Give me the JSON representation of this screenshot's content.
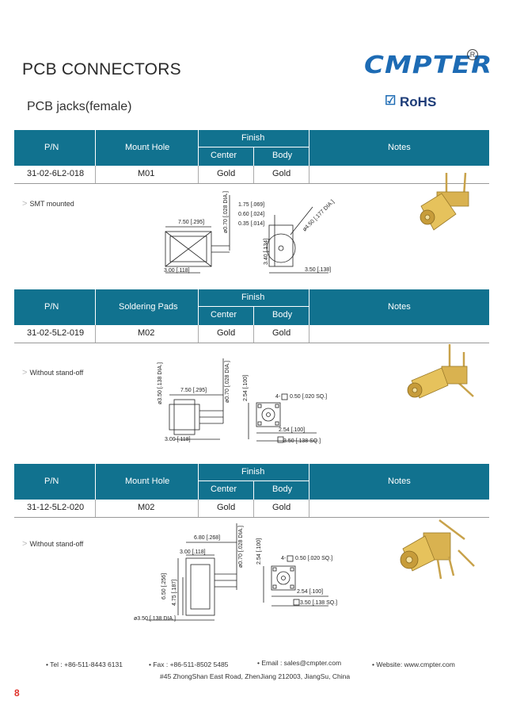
{
  "header": {
    "title": "PCB CONNECTORS",
    "subtitle": "PCB jacks(female)",
    "logo": "CMPTER",
    "reg_mark": "R",
    "rohs": "RoHS",
    "rohs_check": "☑"
  },
  "colors": {
    "table_header": "#11728f",
    "logo": "#1d6bb4",
    "page_number": "#e0342c"
  },
  "sections": [
    {
      "headers": {
        "pn": "P/N",
        "mount": "Mount Hole",
        "finish": "Finish",
        "center": "Center",
        "body": "Body",
        "notes": "Notes"
      },
      "row": {
        "pn": "31-02-6L2-018",
        "mount": "M01",
        "center": "Gold",
        "body": "Gold"
      },
      "note": "SMT mounted",
      "dims": [
        "7.50 [.295]",
        "ø0.70 [.028 DIA.]",
        "1.75 [.069]",
        "0.60 [.024]",
        "0.35 [.014]",
        "ø4.50 [.177 DIA.]",
        "3.40 [.134]",
        "3.00 [.118]",
        "3.50 [.138]"
      ]
    },
    {
      "headers": {
        "pn": "P/N",
        "mount": "Soldering Pads",
        "finish": "Finish",
        "center": "Center",
        "body": "Body",
        "notes": "Notes"
      },
      "row": {
        "pn": "31-02-5L2-019",
        "mount": "M02",
        "center": "Gold",
        "body": "Gold"
      },
      "note": "Without stand-off",
      "dims": [
        "ø3.50 [.138 DIA.]",
        "7.50 [.295]",
        "ø0.70 [.028 DIA.]",
        "2.54 [.100]",
        "4-",
        "0.50 [.020 SQ.]",
        "2.54 [.100]",
        "3.00 [.118]",
        "3.50 [.138 SQ.]"
      ]
    },
    {
      "headers": {
        "pn": "P/N",
        "mount": "Mount Hole",
        "finish": "Finish",
        "center": "Center",
        "body": "Body",
        "notes": "Notes"
      },
      "row": {
        "pn": "31-12-5L2-020",
        "mount": "M02",
        "center": "Gold",
        "body": "Gold"
      },
      "note": "Without stand-off",
      "dims": [
        "6.80 [.268]",
        "ø0.70 [.028 DIA.]",
        "3.00 [.118]",
        "2.54 [.100]",
        "4-",
        "0.50 [.020 SQ.]",
        "6.50 [.256]",
        "4.75 [.187]",
        "2.54 [.100]",
        "3.50 [.138 SQ.]",
        "ø3.50 [.138 DIA.]"
      ]
    }
  ],
  "footer": {
    "tel": "• Tel : +86-511-8443 6131",
    "fax": "• Fax : +86-511-8502 5485",
    "email": "• Email : sales@cmpter.com",
    "website": "• Website:  www.cmpter.com",
    "address": "#45 ZhongShan East Road, ZhenJiang  212003, JiangSu, China"
  },
  "page_number": "8"
}
